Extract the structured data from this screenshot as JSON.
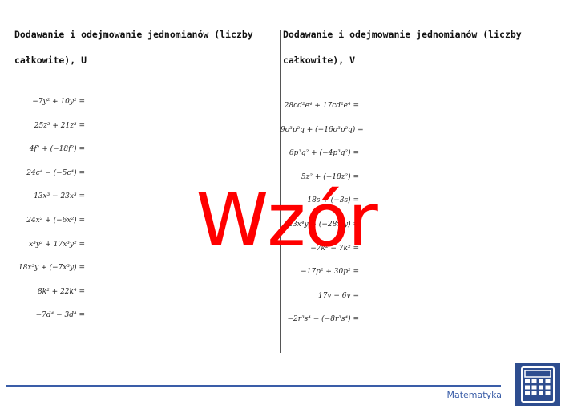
{
  "left": {
    "title": "Dodawanie i odejmowanie jednomianów (liczby całkowite), U",
    "items": [
      "−7y² + 10y² =",
      "25z³ + 21z³ =",
      "4f² + (−18f²) =",
      "24c⁴ − (−5c⁴) =",
      "13x³ − 23x³ =",
      "24x² + (−6x²) =",
      "x³y² + 17x³y² =",
      "18x³y + (−7x³y) =",
      "8k² + 22k⁴ =",
      "−7d⁴ − 3d⁴ ="
    ]
  },
  "right": {
    "title": "Dodawanie i odejmowanie jednomianów (liczby całkowite), V",
    "items": [
      "28cd²e⁴ + 17cd²e⁴ =",
      "9o³p²q + (−16o³p²q) =",
      "6p³q² + (−4p³q²) =",
      "5z² + (−18z²) =",
      "18s + (−3s) =",
      "23x⁴y + (−28x⁴y) =",
      "−7k² − 7k² =",
      "−17p² + 30p² =",
      "17v − 6v =",
      "−2r³s⁴ − (−8r³s⁴) ="
    ]
  },
  "watermark": "Wzór",
  "footer": {
    "label": "Matematyka"
  },
  "colors": {
    "accent": "#2e4d8f",
    "watermark": "#ff0000",
    "footer_text": "#3a5da8"
  },
  "icons": {
    "footer_icon": "calculator-icon"
  }
}
